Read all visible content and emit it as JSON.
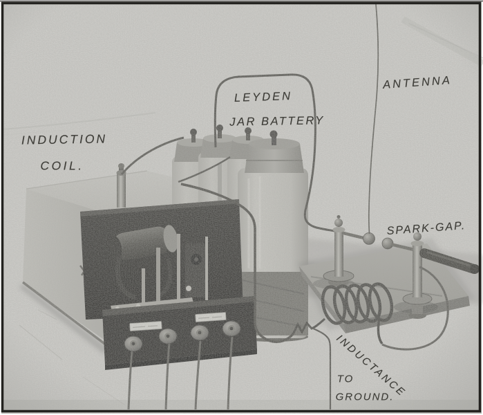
{
  "figure": {
    "description": "Labeled vintage photograph of a spark-gap wireless transmitter set",
    "style": "black-and-white halftone print"
  },
  "annotations": {
    "induction_coil": {
      "line1": "INDUCTION",
      "line2": "COIL."
    },
    "leyden_jar_battery": {
      "line1": "LEYDEN",
      "line2": "JAR BATTERY"
    },
    "antenna": "ANTENNA",
    "spark_gap": "SPARK-GAP.",
    "inductance": "INDUCTANCE",
    "ground": {
      "line1": "TO",
      "line2": "GROUND."
    }
  },
  "components": [
    "induction-coil-box",
    "interrupter-mechanism",
    "binding-posts",
    "lead-wires",
    "leyden-jars",
    "spark-gap-electrodes",
    "spark-gap-handle",
    "wooden-base",
    "inductance-helix",
    "antenna-wire",
    "ground-wire"
  ],
  "colors": {
    "paper": "#d7d6d1",
    "ink": "#3e3d38",
    "frame": "#23221f",
    "device_dark": "#22211e",
    "metal": "#8f8e88"
  }
}
